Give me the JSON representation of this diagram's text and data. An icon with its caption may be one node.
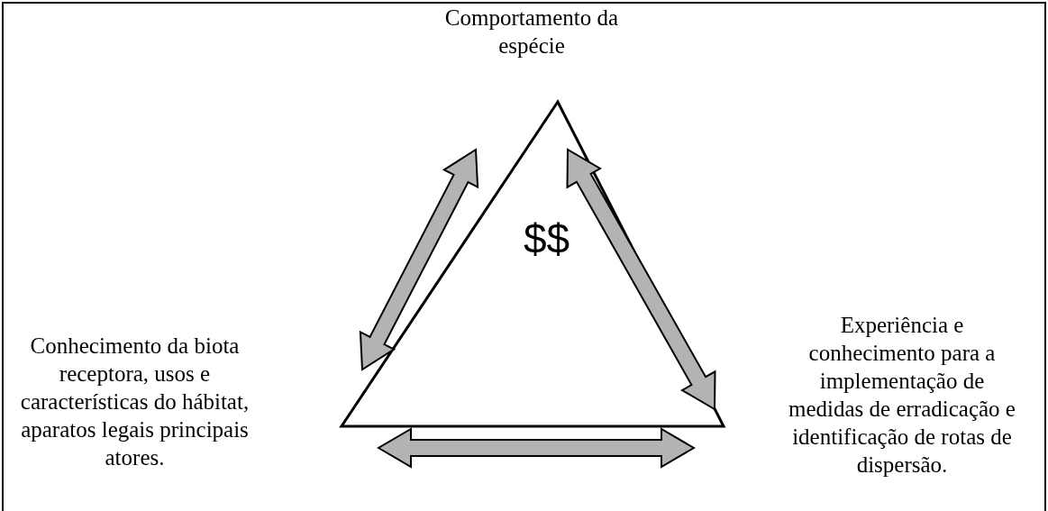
{
  "diagram": {
    "nodes": [
      {
        "text": [
          "Comportamento da espécie"
        ]
      },
      {
        "text": [
          "Conhecimento da biota receptora, usos e características do hábitat, aparatos legais principais atores."
        ]
      },
      {
        "text": [
          "Experiência e conhecimento para a implementação de medidas de erradicação e identificação de rotas de dispersão."
        ]
      },
      {
        "text": [
          "$$"
        ]
      }
    ],
    "edges": [
      {
        "from": 0,
        "to": 1,
        "arrow": "both"
      },
      {
        "from": 0,
        "to": 2,
        "arrow": "both"
      },
      {
        "from": 1,
        "to": 2,
        "arrow": "both"
      }
    ]
  }
}
